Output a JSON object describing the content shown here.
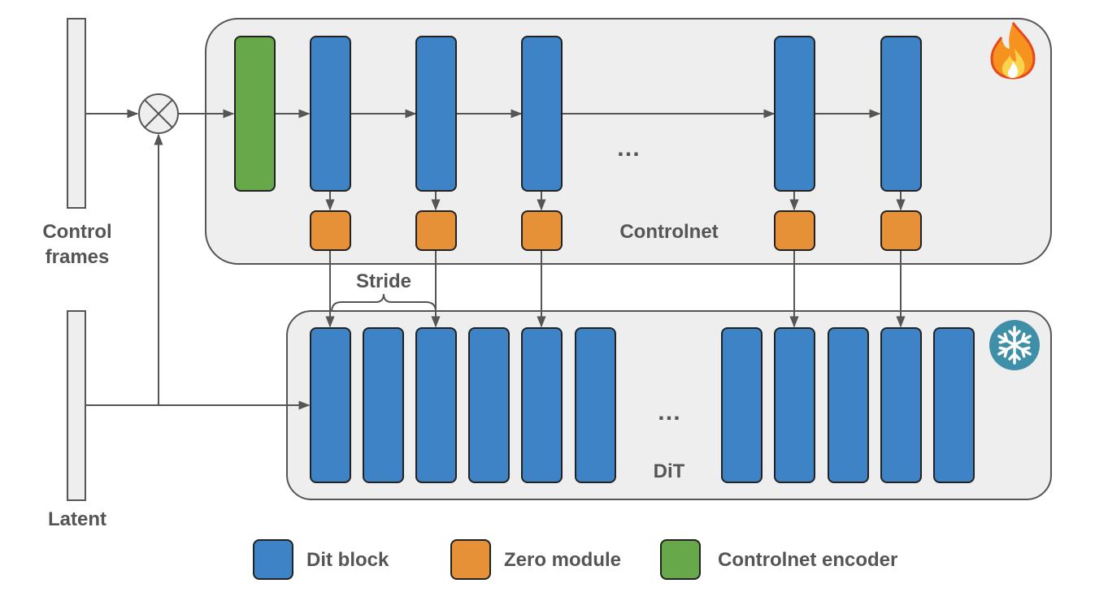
{
  "inputs": {
    "control_frames_line1": "Control",
    "control_frames_line2": "frames",
    "latent": "Latent"
  },
  "controlnet": {
    "label": "Controlnet",
    "ellipsis": "…",
    "state_icon": "fire-icon"
  },
  "stride_label": "Stride",
  "dit": {
    "label": "DiT",
    "ellipsis": "…",
    "state_icon": "snowflake-icon"
  },
  "legend": [
    {
      "label": "Dit block",
      "color": "#3d83c6"
    },
    {
      "label": "Zero module",
      "color": "#e69038"
    },
    {
      "label": "Controlnet encoder",
      "color": "#67a84b"
    }
  ],
  "colors": {
    "dit_block": "#3d83c6",
    "zero_module": "#e69038",
    "encoder": "#67a84b",
    "panel": "#eeeeee",
    "line": "#555555"
  }
}
